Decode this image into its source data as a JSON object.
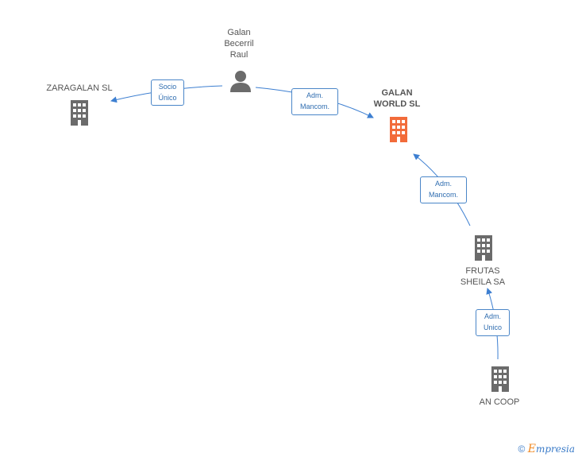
{
  "nodes": {
    "person": {
      "label": "Galan\nBecerril\nRaul",
      "icon": "person-icon"
    },
    "zaragalan": {
      "label": "ZARAGALAN SL",
      "icon": "building-icon"
    },
    "galan_world": {
      "label": "GALAN\nWORLD SL",
      "icon": "building-icon"
    },
    "frutas": {
      "label": "FRUTAS\nSHEILA SA",
      "icon": "building-icon"
    },
    "an_coop": {
      "label": "AN COOP",
      "icon": "building-icon"
    }
  },
  "edges": {
    "socio_unico": "Socio\nÚnico",
    "adm_mancom_person": "Adm.\nMancom.",
    "adm_mancom_frutas": "Adm.\nMancom.",
    "adm_unico": "Adm.\nUnico"
  },
  "watermark": {
    "copyright": "©",
    "brand_first": "E",
    "brand_rest": "mpresia"
  },
  "colors": {
    "edge": "#3d7fd1",
    "building": "#6b6b6b",
    "focus_building": "#f26b3a",
    "person": "#6b6b6b"
  }
}
